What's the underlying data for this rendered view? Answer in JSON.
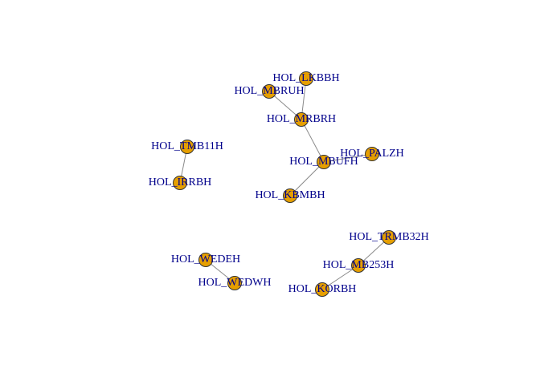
{
  "graph": {
    "node_color": "#E69F00",
    "label_color": "#00008B",
    "edge_color": "#8A8A8A",
    "nodes": [
      {
        "id": "LKBBH",
        "label": "HOL_LKBBH"
      },
      {
        "id": "MBRUH",
        "label": "HOL_MBRUH"
      },
      {
        "id": "MRBRH",
        "label": "HOL_MRBRH"
      },
      {
        "id": "MBUFH",
        "label": "HOL_MBUFH"
      },
      {
        "id": "PALZH",
        "label": "HOL_PALZH"
      },
      {
        "id": "KBMBH",
        "label": "HOL_KBMBH"
      },
      {
        "id": "TMB11H",
        "label": "HOL_TMB11H"
      },
      {
        "id": "IRRBH",
        "label": "HOL_IRRBH"
      },
      {
        "id": "TRMB32H",
        "label": "HOL_TRMB32H"
      },
      {
        "id": "MB253H",
        "label": "HOL_MB253H"
      },
      {
        "id": "KORBH",
        "label": "HOL_KORBH"
      },
      {
        "id": "WEDEH",
        "label": "HOL_WEDEH"
      },
      {
        "id": "WEDWH",
        "label": "HOL_WEDWH"
      }
    ],
    "edges": [
      [
        "LKBBH",
        "MRBRH"
      ],
      [
        "MBRUH",
        "MRBRH"
      ],
      [
        "MRBRH",
        "MBUFH"
      ],
      [
        "MBUFH",
        "PALZH"
      ],
      [
        "MBUFH",
        "KBMBH"
      ],
      [
        "TMB11H",
        "IRRBH"
      ],
      [
        "TRMB32H",
        "MB253H"
      ],
      [
        "MB253H",
        "KORBH"
      ],
      [
        "WEDEH",
        "WEDWH"
      ]
    ]
  }
}
